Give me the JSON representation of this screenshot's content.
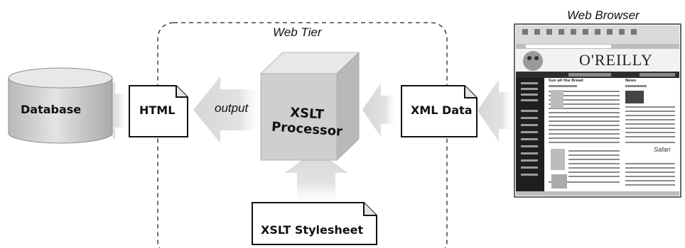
{
  "web_tier": {
    "label": "Web Tier"
  },
  "web_browser": {
    "label": "Web Browser",
    "screenshot": {
      "brand": "O'REILLY",
      "sections": [
        "Sun all the Bread",
        "News"
      ],
      "badge": "Safari"
    }
  },
  "nodes": {
    "database": "Database",
    "html_doc": "HTML",
    "xml_doc": "XML Data",
    "stylesheet_doc": "XSLT Stylesheet",
    "processor_line1": "XSLT",
    "processor_line2": "Processor"
  },
  "edges": {
    "output_label": "output"
  },
  "colors": {
    "arrow": "#dcdcdc",
    "cube_front": "#cfcfcf",
    "cube_top": "#e6e6e6",
    "cube_side": "#bdbdbd",
    "db_body": "#c8c8c8",
    "ink": "#111111"
  }
}
